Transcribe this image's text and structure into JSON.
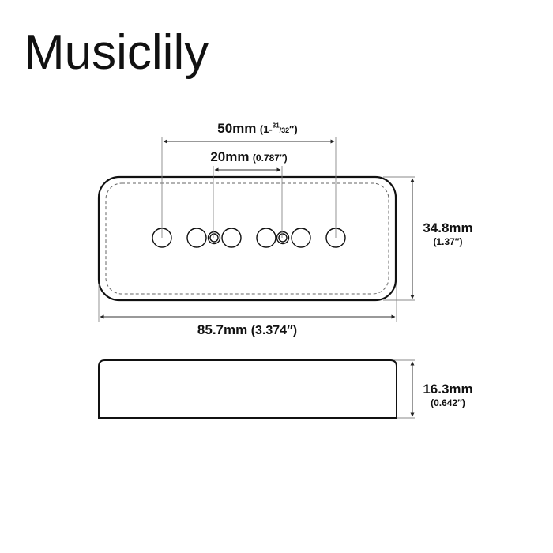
{
  "brand": {
    "name": "Musiclily"
  },
  "diagram": {
    "top_view": {
      "pole_spacing_outer": {
        "mm": "50mm",
        "inch_prefix": "(1-",
        "inch_sup": "31",
        "inch_sub": "/32",
        "inch_suffix": "″)"
      },
      "pole_spacing_inner": {
        "mm": "20mm",
        "inch": "(0.787″)"
      },
      "height": {
        "mm": "34.8mm",
        "inch": "(1.37″)"
      },
      "length": {
        "mm": "85.7mm",
        "inch": "(3.374″)"
      }
    },
    "side_view": {
      "thickness": {
        "mm": "16.3mm",
        "inch": "(0.642″)"
      }
    }
  }
}
